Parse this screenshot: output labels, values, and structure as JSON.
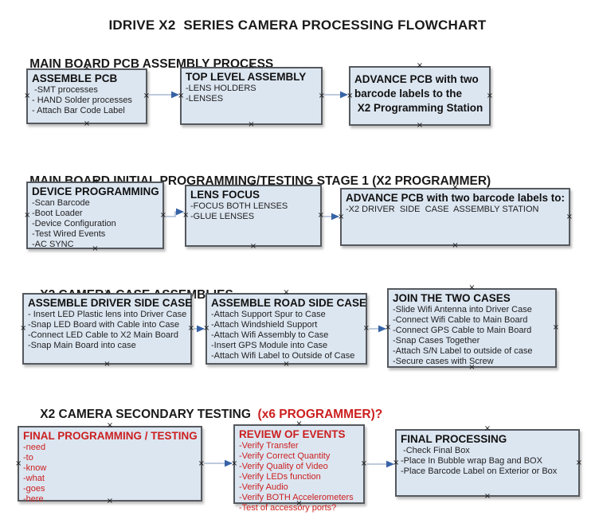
{
  "ui": {
    "connector_glyph": "×",
    "accent_red": "#cc1f1f",
    "box_fill": "#dce6f1",
    "arrow_line_color": "#a8b9d2",
    "arrow_head_color": "#3763a6"
  },
  "title": "IDRIVE X2  SERIES CAMERA PROCESSING FLOWCHART",
  "sections": [
    {
      "heading": "MAIN BOARD PCB ASSEMBLY PROCESS",
      "heading_red": "",
      "boxes": [
        {
          "id": "assemble-pcb",
          "title": "ASSEMBLE PCB",
          "items": [
            " -SMT processes",
            "- HAND Solder processes",
            "- Attach Bar Code Label"
          ]
        },
        {
          "id": "top-level-assembly",
          "title": "TOP LEVEL ASSEMBLY",
          "items": [
            "-LENS HOLDERS",
            "-LENSES"
          ]
        },
        {
          "id": "advance-to-programming-station",
          "title": "",
          "lines": [
            "ADVANCE PCB with two",
            "barcode labels to the",
            " X2 Programming Station"
          ]
        }
      ]
    },
    {
      "heading": "MAIN BOARD INITIAL PROGRAMMING/TESTING STAGE 1 (X2 PROGRAMMER)",
      "heading_red": "",
      "boxes": [
        {
          "id": "device-programming",
          "title": "DEVICE PROGRAMMING",
          "items": [
            "-Scan Barcode",
            "-Boot Loader",
            "-Device Configuration",
            "-Test Wired Events",
            "-AC SYNC"
          ]
        },
        {
          "id": "lens-focus",
          "title": "LENS FOCUS",
          "items": [
            "-FOCUS BOTH LENSES",
            "-GLUE LENSES"
          ]
        },
        {
          "id": "advance-to-case-assembly",
          "title": "ADVANCE PCB with two barcode labels to:",
          "items": [
            "-X2 DRIVER  SIDE  CASE  ASSEMBLY STATION"
          ]
        }
      ]
    },
    {
      "heading": "X2 CAMERA CASE ASSEMBLIES",
      "heading_red": "",
      "boxes": [
        {
          "id": "assemble-driver-side-case",
          "title": "ASSEMBLE DRIVER SIDE CASE",
          "items": [
            "- Insert LED Plastic lens into Driver Case",
            "-Snap LED Board with Cable into Case",
            "-Connect LED Cable to X2 Main Board",
            "-Snap Main Board into case"
          ]
        },
        {
          "id": "assemble-road-side-case",
          "title": "ASSEMBLE ROAD SIDE CASE",
          "items": [
            "-Attach Support Spur to Case",
            "-Attach Windshield Support",
            "-Attach Wifi Assembly to Case",
            "-Insert GPS Module into Case",
            "-Attach Wifi Label to Outside of Case"
          ]
        },
        {
          "id": "join-the-two-cases",
          "title": "JOIN THE TWO CASES",
          "items": [
            "-Slide Wifi Antenna into Driver Case",
            "-Connect Wifi Cable to Main Board",
            "-Connect GPS Cable to Main Board",
            "-Snap Cases Together",
            "-Attach S/N Label to outside of case",
            "-Secure cases with Screw"
          ]
        }
      ]
    },
    {
      "heading": "X2 CAMERA SECONDARY TESTING  ",
      "heading_red": "(x6 PROGRAMMER)?",
      "boxes": [
        {
          "id": "final-programming-testing",
          "title": "FINAL PROGRAMMING / TESTING",
          "items": [
            "-need",
            "-to",
            "-know",
            "-what",
            "-goes",
            "-here"
          ]
        },
        {
          "id": "review-of-events",
          "title": "REVIEW OF EVENTS",
          "items": [
            "-Verify Transfer",
            "-Verify Correct Quantity",
            "-Verify Quality of Video",
            "-Verify LEDs function",
            "-Verify Audio",
            "-Verify BOTH Accelerometers",
            "-Test of accessory ports?"
          ]
        },
        {
          "id": "final-processing",
          "title": "FINAL PROCESSING",
          "items": [
            " -Check Final Box",
            "-Place In Bubble wrap Bag and BOX",
            "-Place Barcode Label on Exterior or Box"
          ]
        }
      ]
    }
  ],
  "connections": [
    {
      "from": "assemble-pcb",
      "to": "top-level-assembly"
    },
    {
      "from": "top-level-assembly",
      "to": "advance-to-programming-station"
    },
    {
      "from": "device-programming",
      "to": "lens-focus"
    },
    {
      "from": "lens-focus",
      "to": "advance-to-case-assembly"
    },
    {
      "from": "assemble-driver-side-case",
      "to": "assemble-road-side-case"
    },
    {
      "from": "assemble-road-side-case",
      "to": "join-the-two-cases"
    },
    {
      "from": "final-programming-testing",
      "to": "review-of-events"
    },
    {
      "from": "review-of-events",
      "to": "final-processing"
    }
  ]
}
